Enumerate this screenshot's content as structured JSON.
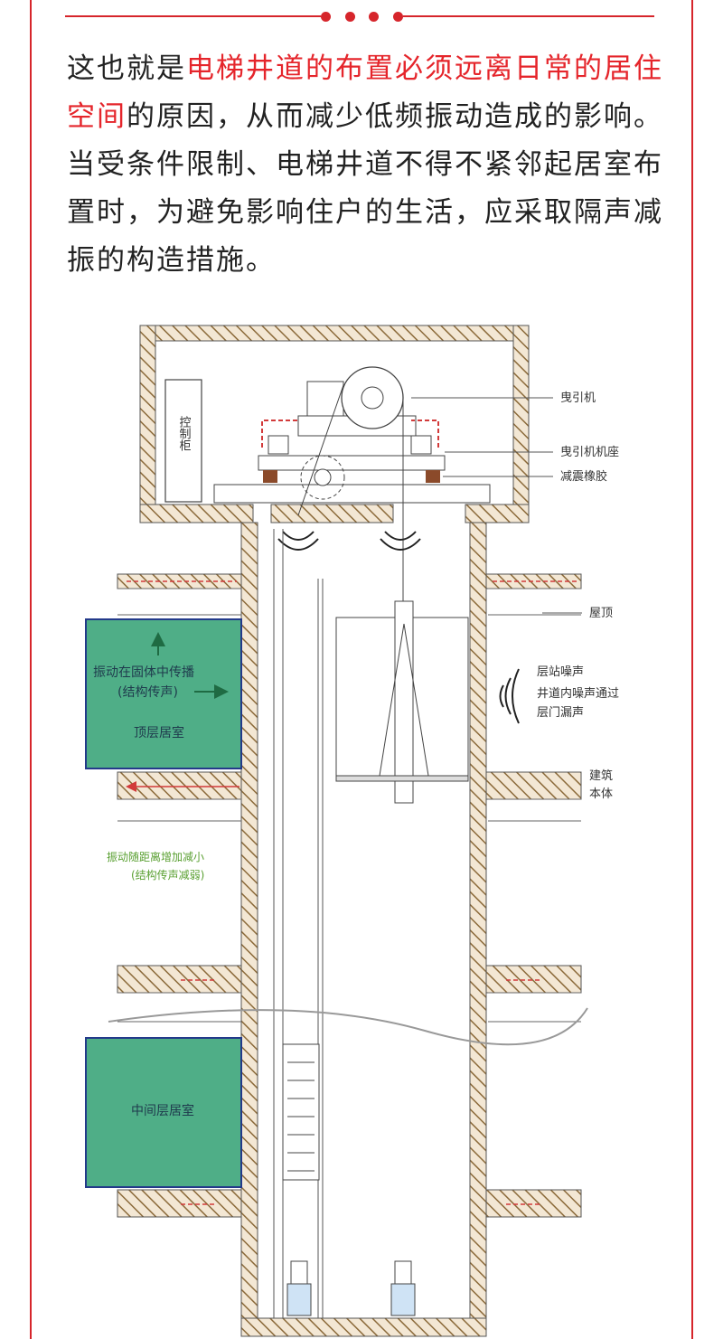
{
  "intro": {
    "part1": "这也就是",
    "highlight": "电梯井道的布置必须远离日常的居住空间",
    "part2": "的原因，从而减少低频振动造成的影响。当受条件限制、电梯井道不得不紧邻起居室布置时，为避免影响住户的生活，应采取隔声减振的构造措施。"
  },
  "diagram": {
    "control_cabinet": "控制柜",
    "traction_machine": "曳引机",
    "machine_base": "曳引机机座",
    "damping_rubber": "减震橡胶",
    "roof": "屋顶",
    "landing_noise": "层站噪声",
    "noise_through_doors_1": "井道内噪声通过",
    "noise_through_doors_2": "层门漏声",
    "building_body_1": "建筑",
    "building_body_2": "本体",
    "solid_vibration_1": "振动在固体中传播",
    "solid_vibration_2": "(结构传声)",
    "top_room": "顶层居室",
    "attenuation_1": "振动随距离增加减小",
    "attenuation_2": "(结构传声减弱)",
    "middle_room": "中间层居室"
  },
  "colors": {
    "accent_red": "#d6252b",
    "room_green": "#4fae87",
    "room_border": "#233a8a",
    "hatch": "#8b6a3a"
  }
}
